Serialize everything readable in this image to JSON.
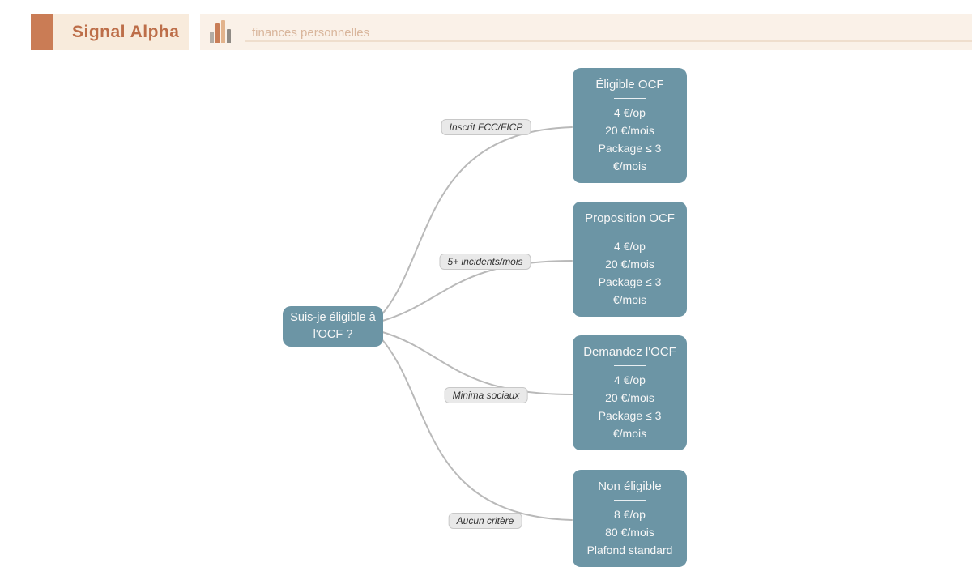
{
  "header": {
    "brand": "Signal Alpha",
    "topic": "finances personnelles",
    "icon": "bar-chart-icon",
    "colors": {
      "accent": "#bd6e49",
      "logo_square": "#ca7c55",
      "band_bg": "#f8ebdc",
      "underline": "#efdecd"
    }
  },
  "diagram": {
    "type": "decision-tree",
    "colors": {
      "node": "#6c95a5",
      "edge": "#b9b9b9",
      "label_bg": "#e9e9e9"
    },
    "root": {
      "label": "Suis-je éligible à l'OCF ?"
    },
    "branches": [
      {
        "condition": "Inscrit FCC/FICP",
        "result": {
          "title": "Éligible OCF",
          "lines": [
            "4 €/op",
            "20 €/mois",
            "Package ≤ 3 €/mois"
          ]
        }
      },
      {
        "condition": "5+ incidents/mois",
        "result": {
          "title": "Proposition OCF",
          "lines": [
            "4 €/op",
            "20 €/mois",
            "Package ≤ 3 €/mois"
          ]
        }
      },
      {
        "condition": "Minima sociaux",
        "result": {
          "title": "Demandez l'OCF",
          "lines": [
            "4 €/op",
            "20 €/mois",
            "Package ≤ 3 €/mois"
          ]
        }
      },
      {
        "condition": "Aucun critère",
        "result": {
          "title": "Non éligible",
          "lines": [
            "8 €/op",
            "80 €/mois",
            "Plafond standard"
          ]
        }
      }
    ]
  }
}
